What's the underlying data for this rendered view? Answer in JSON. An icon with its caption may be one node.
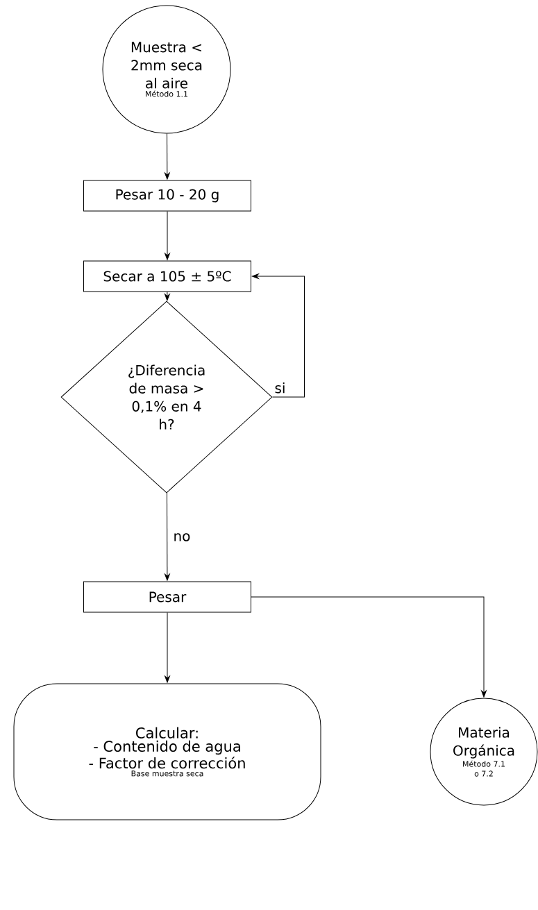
{
  "diagram": {
    "nodes": [
      {
        "text": [
          "Muestra < 2mm seca al aire",
          "Método 1.1"
        ]
      },
      {
        "text": [
          "Pesar 10 - 20 g"
        ]
      },
      {
        "text": [
          "Secar a 105 ± 5ºC"
        ]
      },
      {
        "text": [
          "¿Diferencia de masa > 0,1% en 4 h?"
        ]
      },
      {
        "text": [
          "Pesar"
        ]
      },
      {
        "text": [
          "Calcular:",
          "- Contenido de agua",
          "- Factor de corrección",
          "Base muestra seca"
        ]
      },
      {
        "text": [
          "Materia Orgánica",
          "Método 7.1 o 7.2"
        ]
      }
    ],
    "edges": [
      {
        "from": 0,
        "to": 1,
        "arrow": "to"
      },
      {
        "from": 1,
        "to": 2,
        "arrow": "to"
      },
      {
        "from": 2,
        "to": 3,
        "arrow": "to"
      },
      {
        "from": 3,
        "to": 2,
        "arrow": "to",
        "label": "si"
      },
      {
        "from": 3,
        "to": 4,
        "arrow": "to",
        "label": "no"
      },
      {
        "from": 4,
        "to": 5,
        "arrow": "to"
      },
      {
        "from": 4,
        "to": 6,
        "arrow": "to"
      }
    ]
  }
}
